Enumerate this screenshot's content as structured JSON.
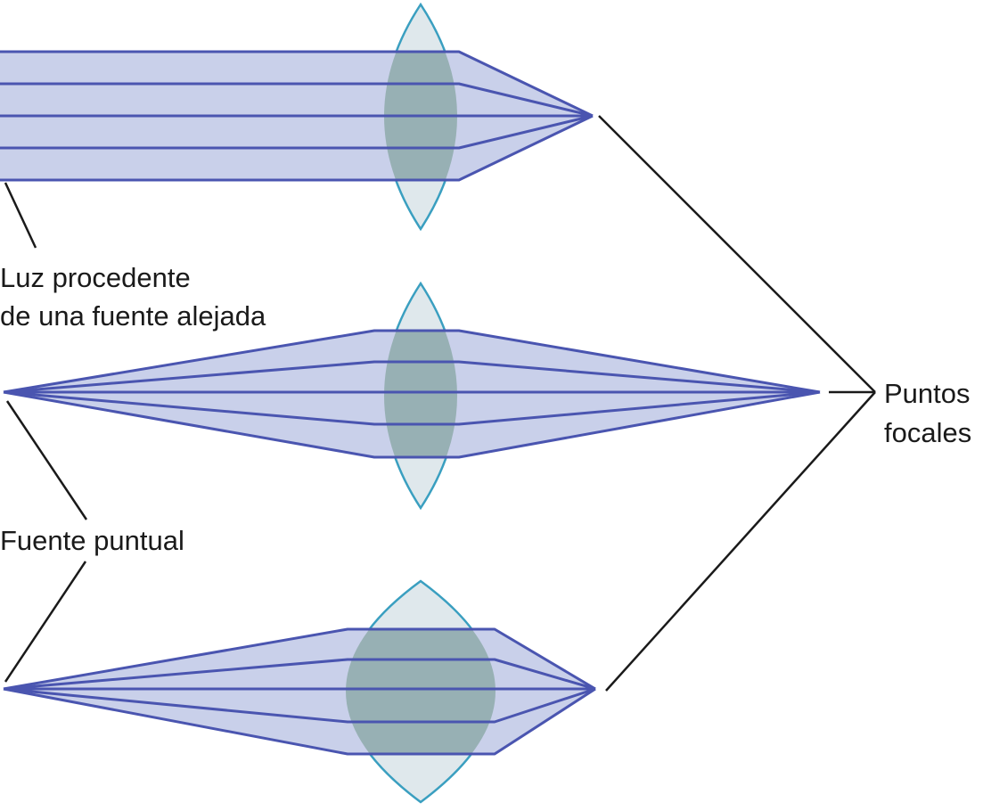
{
  "labels": {
    "distant_source_line1": "Luz procedente",
    "distant_source_line2": "de una fuente alejada",
    "point_source": "Fuente puntual",
    "focal_points_line1": "Puntos",
    "focal_points_line2": "focales"
  },
  "colors": {
    "beam_fill": "#c9d0ea",
    "ray": "#4a55b0",
    "lens_outline": "#3a9fc0",
    "lens_fill": "#dfe8ec",
    "lens_overlap": "#97b0b4",
    "leader_line": "#1a1a1a"
  }
}
